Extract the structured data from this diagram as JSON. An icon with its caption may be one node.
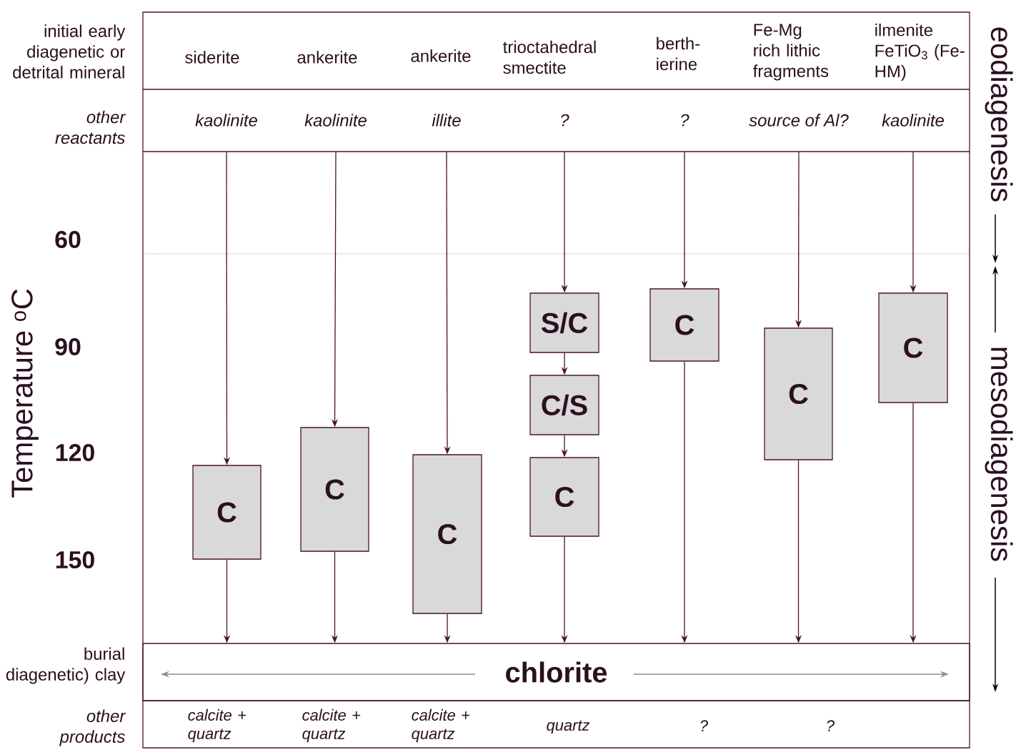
{
  "diagram": {
    "nodes": [
      {
        "text": [
          "kaolinite"
        ]
      },
      {
        "text": [
          "kaolinite"
        ]
      },
      {
        "text": [
          "illite"
        ]
      },
      {
        "text": [
          "?"
        ]
      },
      {
        "text": [
          "?"
        ]
      },
      {
        "text": [
          "source of Al?"
        ]
      },
      {
        "text": [
          "kaolinite"
        ]
      },
      {
        "text": [
          "C"
        ]
      },
      {
        "text": [
          "C"
        ]
      },
      {
        "text": [
          "C"
        ]
      },
      {
        "text": [
          "S/C"
        ]
      },
      {
        "text": [
          "C/S"
        ]
      },
      {
        "text": [
          "C"
        ]
      },
      {
        "text": [
          "C"
        ]
      },
      {
        "text": [
          "C"
        ]
      },
      {
        "text": [
          "C"
        ]
      },
      {
        "text": [
          "chlorite"
        ]
      }
    ],
    "edges": [
      {
        "from": 0,
        "to": 7,
        "arrow": "to"
      },
      {
        "from": 7,
        "to": 16,
        "arrow": "to"
      },
      {
        "from": 1,
        "to": 8,
        "arrow": "to"
      },
      {
        "from": 8,
        "to": 16,
        "arrow": "to"
      },
      {
        "from": 2,
        "to": 9,
        "arrow": "to"
      },
      {
        "from": 9,
        "to": 16,
        "arrow": "to"
      },
      {
        "from": 3,
        "to": 10,
        "arrow": "to"
      },
      {
        "from": 10,
        "to": 11,
        "arrow": "to"
      },
      {
        "from": 11,
        "to": 12,
        "arrow": "to"
      },
      {
        "from": 12,
        "to": 16,
        "arrow": "to"
      },
      {
        "from": 4,
        "to": 13,
        "arrow": "to"
      },
      {
        "from": 13,
        "to": 16,
        "arrow": "to"
      },
      {
        "from": 5,
        "to": 14,
        "arrow": "to"
      },
      {
        "from": 14,
        "to": 16,
        "arrow": "to"
      },
      {
        "from": 6,
        "to": 15,
        "arrow": "to"
      },
      {
        "from": 15,
        "to": 16,
        "arrow": "to"
      }
    ],
    "labels": [
      "initial early diagenetic or detrital mineral",
      "siderite",
      "ankerite",
      "ankerite",
      "trioctahedral smectite",
      "berth- ierine",
      "Fe-Mg rich lithic fragments",
      "ilmenite FeTiO$_{3}$ (Fe-HM)",
      "other reactants",
      "eodiagenesis",
      "60",
      "Temperature $^{o}$C",
      "mesodiagenesis",
      "90",
      "120",
      "150",
      "burial diagenetic) clay",
      "other products",
      "calcite + quartz",
      "calcite + quartz",
      "calcite + quartz",
      "quartz",
      "?",
      "?"
    ]
  }
}
